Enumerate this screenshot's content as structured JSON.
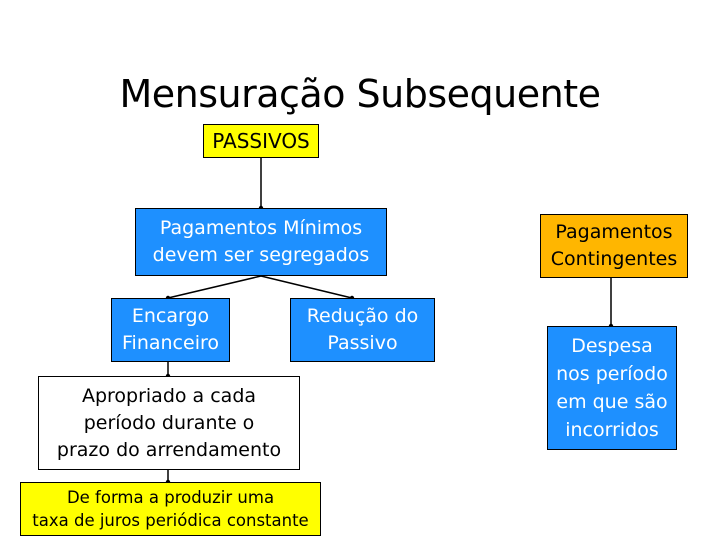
{
  "title": "Mensuração Subsequente",
  "nodes": {
    "passivos": {
      "lines": [
        "PASSIVOS"
      ]
    },
    "pagamentos_minimos": {
      "lines": [
        "Pagamentos Mínimos",
        "devem ser segregados"
      ]
    },
    "encargo_financeiro": {
      "lines": [
        "Encargo",
        "Financeiro"
      ]
    },
    "reducao_passivo": {
      "lines": [
        "Redução do",
        "Passivo"
      ]
    },
    "apropriado": {
      "lines": [
        "Apropriado a cada",
        "período durante o",
        "prazo do arrendamento"
      ]
    },
    "forma_produzir": {
      "lines": [
        "De forma a produzir uma",
        "taxa de juros periódica constante"
      ]
    },
    "pagamentos_contingentes": {
      "lines": [
        "Pagamentos",
        "Contingentes"
      ]
    },
    "despesa": {
      "lines": [
        "Despesa",
        "nos período",
        "em que são",
        "incorridos"
      ]
    }
  },
  "colors": {
    "yellow_box": "#ffff00",
    "blue_box": "#1e90ff",
    "orange_box": "#ffb600",
    "connector": "#000000"
  }
}
